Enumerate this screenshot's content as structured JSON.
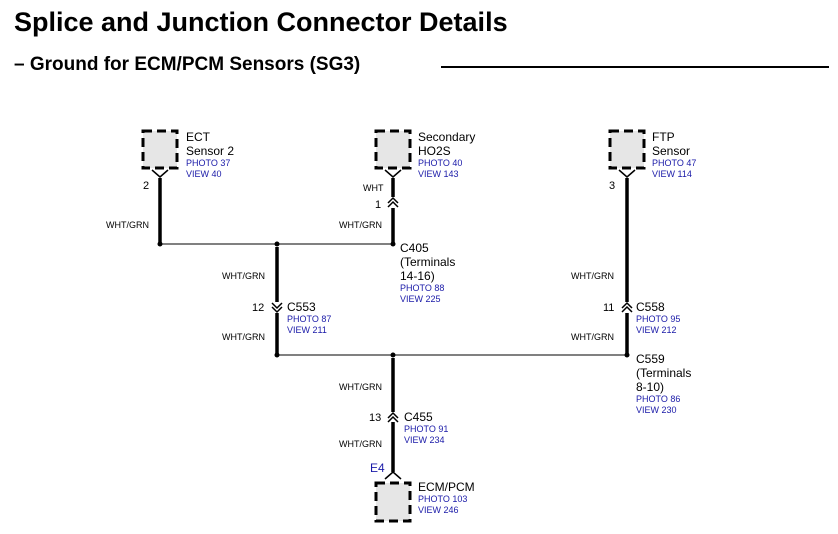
{
  "header": {
    "title": "Splice and Junction Connector Details",
    "subtitle": "– Ground for ECM/PCM Sensors (SG3)"
  },
  "components": {
    "ect": {
      "name1": "ECT",
      "name2": "Sensor 2",
      "photo": "PHOTO 37",
      "view": "VIEW 40",
      "pin": "2"
    },
    "ho2s": {
      "name1": "Secondary",
      "name2": "HO2S",
      "photo": "PHOTO 40",
      "view": "VIEW 143",
      "pin": "1",
      "wire_top": "WHT"
    },
    "ftp": {
      "name1": "FTP",
      "name2": "Sensor",
      "photo": "PHOTO 47",
      "view": "VIEW 114",
      "pin": "3"
    },
    "ecm": {
      "name": "ECM/PCM",
      "photo": "PHOTO 103",
      "view": "VIEW 246",
      "pin_id": "E4"
    }
  },
  "connectors": {
    "c405": {
      "name": "C405",
      "term1": "(Terminals",
      "term2": "14-16)",
      "photo": "PHOTO 88",
      "view": "VIEW 225"
    },
    "c553": {
      "name": "C553",
      "pin": "12",
      "photo": "PHOTO 87",
      "view": "VIEW 211"
    },
    "c558": {
      "name": "C558",
      "pin": "11",
      "photo": "PHOTO 95",
      "view": "VIEW 212"
    },
    "c559": {
      "name": "C559",
      "term1": "(Terminals",
      "term2": "8-10)",
      "photo": "PHOTO 86",
      "view": "VIEW 230"
    },
    "c455": {
      "name": "C455",
      "pin": "13",
      "photo": "PHOTO 91",
      "view": "VIEW 234"
    }
  },
  "wire_color": "WHT/GRN",
  "colors": {
    "reference_text": "#1a1aa8",
    "component_fill": "#e6e6e6"
  }
}
